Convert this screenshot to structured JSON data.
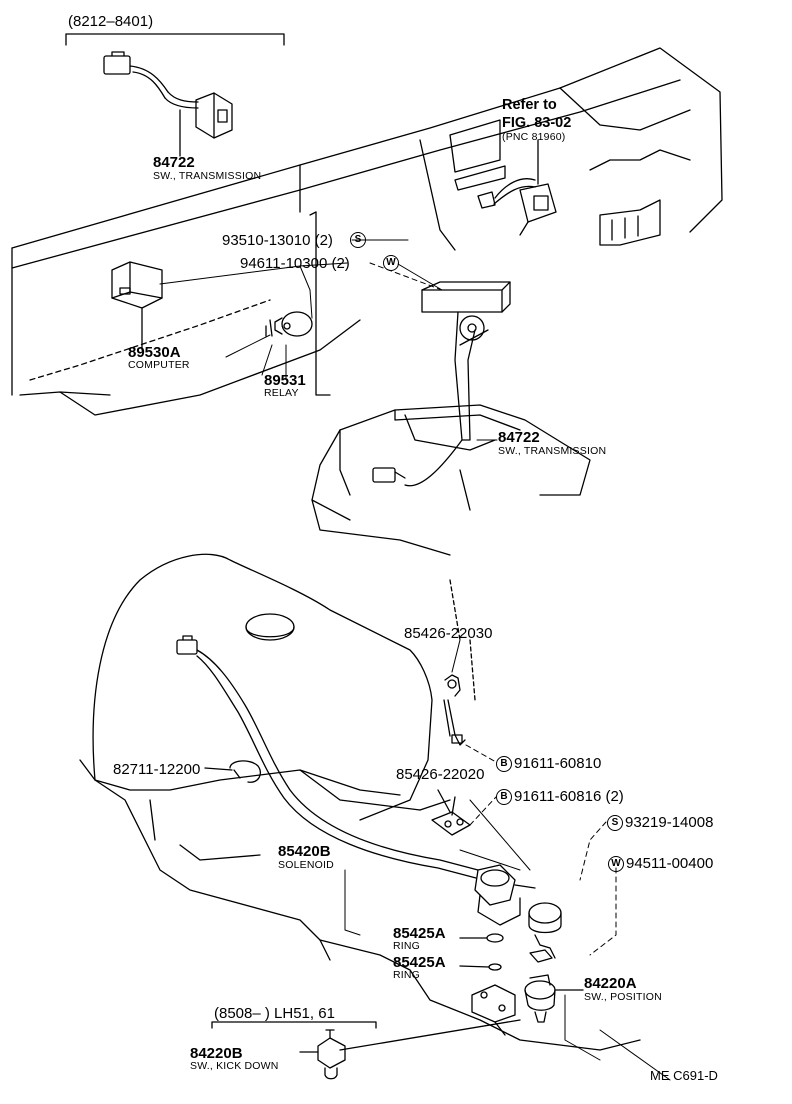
{
  "top_section": {
    "date_range": "(8212–8401)",
    "switch_upper": {
      "part_no": "84722",
      "name": "SW., TRANSMISSION"
    },
    "refer": {
      "line1": "Refer to",
      "line2": "FIG. 83-02",
      "line3": "(PNC 81960)"
    },
    "screw": {
      "part_no": "93510-13010 (2)",
      "symbol": "S"
    },
    "washer": {
      "part_no": "94611-10300 (2)",
      "symbol": "W"
    },
    "computer": {
      "part_no": "89530A",
      "name": "COMPUTER"
    },
    "relay": {
      "part_no": "89531",
      "name": "RELAY"
    },
    "switch_lower": {
      "part_no": "84722",
      "name": "SW., TRANSMISSION"
    }
  },
  "bottom_section": {
    "bracket_upper": "85426-22030",
    "clamp": "82711-12200",
    "bracket_lower": "85426-22020",
    "bolt_a": {
      "part_no": "91611-60810",
      "symbol": "B"
    },
    "bolt_b": {
      "part_no": "91611-60816 (2)",
      "symbol": "B"
    },
    "screw": {
      "part_no": "93219-14008",
      "symbol": "S"
    },
    "washer": {
      "part_no": "94511-00400",
      "symbol": "W"
    },
    "solenoid": {
      "part_no": "85420B",
      "name": "SOLENOID"
    },
    "ring_a": {
      "part_no": "85425A",
      "name": "RING"
    },
    "ring_b": {
      "part_no": "85425A",
      "name": "RING"
    },
    "position_switch": {
      "part_no": "84220A",
      "name": "SW., POSITION"
    },
    "kickdown_range": "(8508–        ) LH51, 61",
    "kickdown_switch": {
      "part_no": "84220B",
      "name": "SW., KICK DOWN"
    }
  },
  "figure_code": "ME  C691-D"
}
